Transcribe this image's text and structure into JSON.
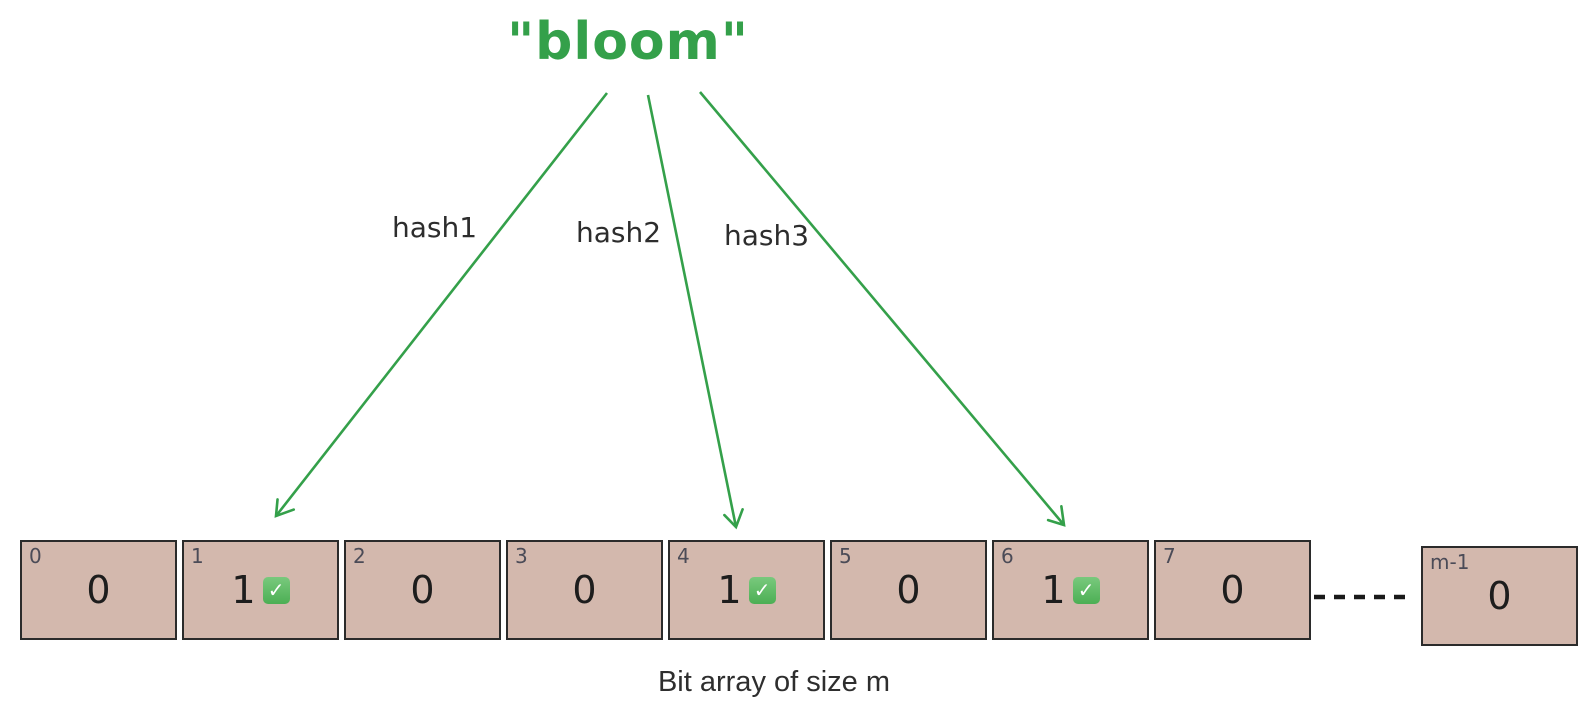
{
  "title": "\"bloom\"",
  "arrows": [
    {
      "label": "hash1",
      "target_index": "1"
    },
    {
      "label": "hash2",
      "target_index": "4"
    },
    {
      "label": "hash3",
      "target_index": "6"
    }
  ],
  "bit_array": {
    "caption": "Bit array of size m",
    "check_icon": "✓",
    "cells": [
      {
        "index": "0",
        "value": "0",
        "marked": false
      },
      {
        "index": "1",
        "value": "1",
        "marked": true
      },
      {
        "index": "2",
        "value": "0",
        "marked": false
      },
      {
        "index": "3",
        "value": "0",
        "marked": false
      },
      {
        "index": "4",
        "value": "1",
        "marked": true
      },
      {
        "index": "5",
        "value": "0",
        "marked": false
      },
      {
        "index": "6",
        "value": "1",
        "marked": true
      },
      {
        "index": "7",
        "value": "0",
        "marked": false
      },
      {
        "index": "m-1",
        "value": "0",
        "marked": false
      }
    ]
  },
  "colors": {
    "accent_green": "#34a04a",
    "cell_fill": "#d3b8ad",
    "cell_border": "#2b2b2b",
    "check_green": "#4caf54"
  }
}
